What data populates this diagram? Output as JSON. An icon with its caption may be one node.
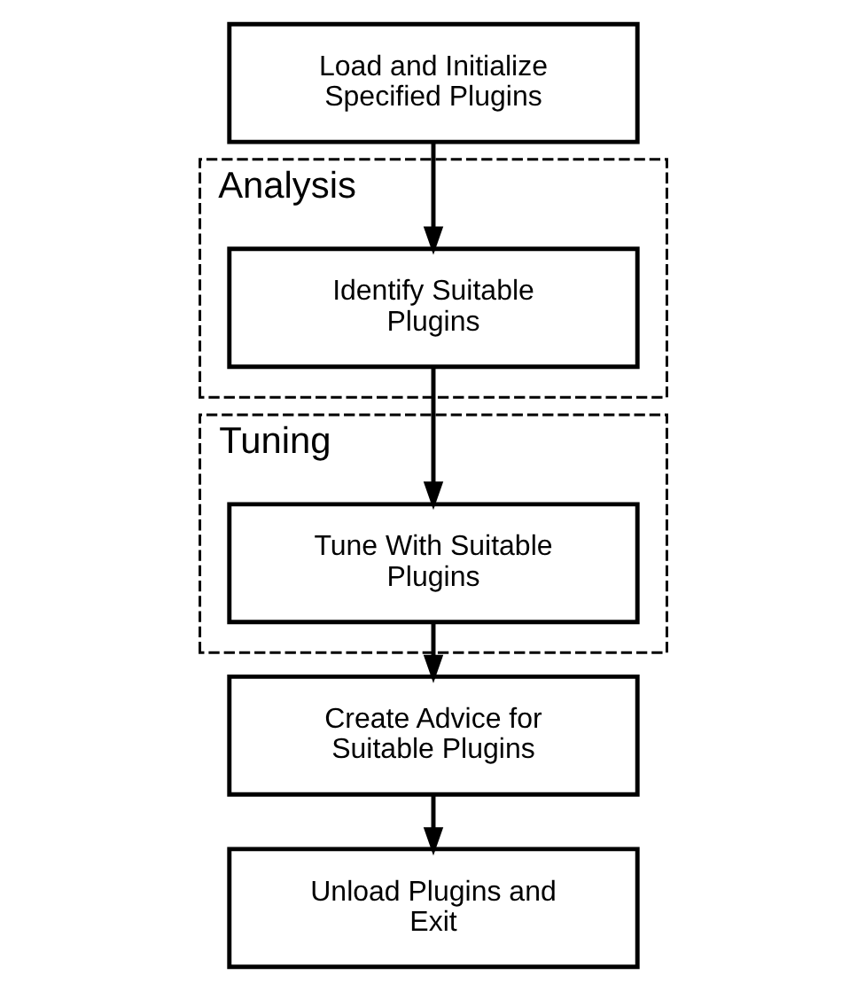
{
  "diagram": {
    "nodes": [
      {
        "text": [
          "Load and Initialize Specified Plugins"
        ]
      },
      {
        "text": [
          "Analysis"
        ]
      },
      {
        "text": [
          "Identify Suitable Plugins"
        ],
        "in": 1
      },
      {
        "text": [
          "Tuning"
        ]
      },
      {
        "text": [
          "Tune With Suitable Plugins"
        ],
        "in": 3
      },
      {
        "text": [
          "Create Advice for Suitable Plugins"
        ]
      },
      {
        "text": [
          "Unload Plugins and Exit"
        ]
      }
    ],
    "edges": [
      {
        "from": 0,
        "to": 2,
        "arrow": "to"
      },
      {
        "from": 2,
        "to": 4,
        "arrow": "to"
      },
      {
        "from": 4,
        "to": 5,
        "arrow": "to"
      },
      {
        "from": 5,
        "to": 6,
        "arrow": "to"
      }
    ]
  }
}
